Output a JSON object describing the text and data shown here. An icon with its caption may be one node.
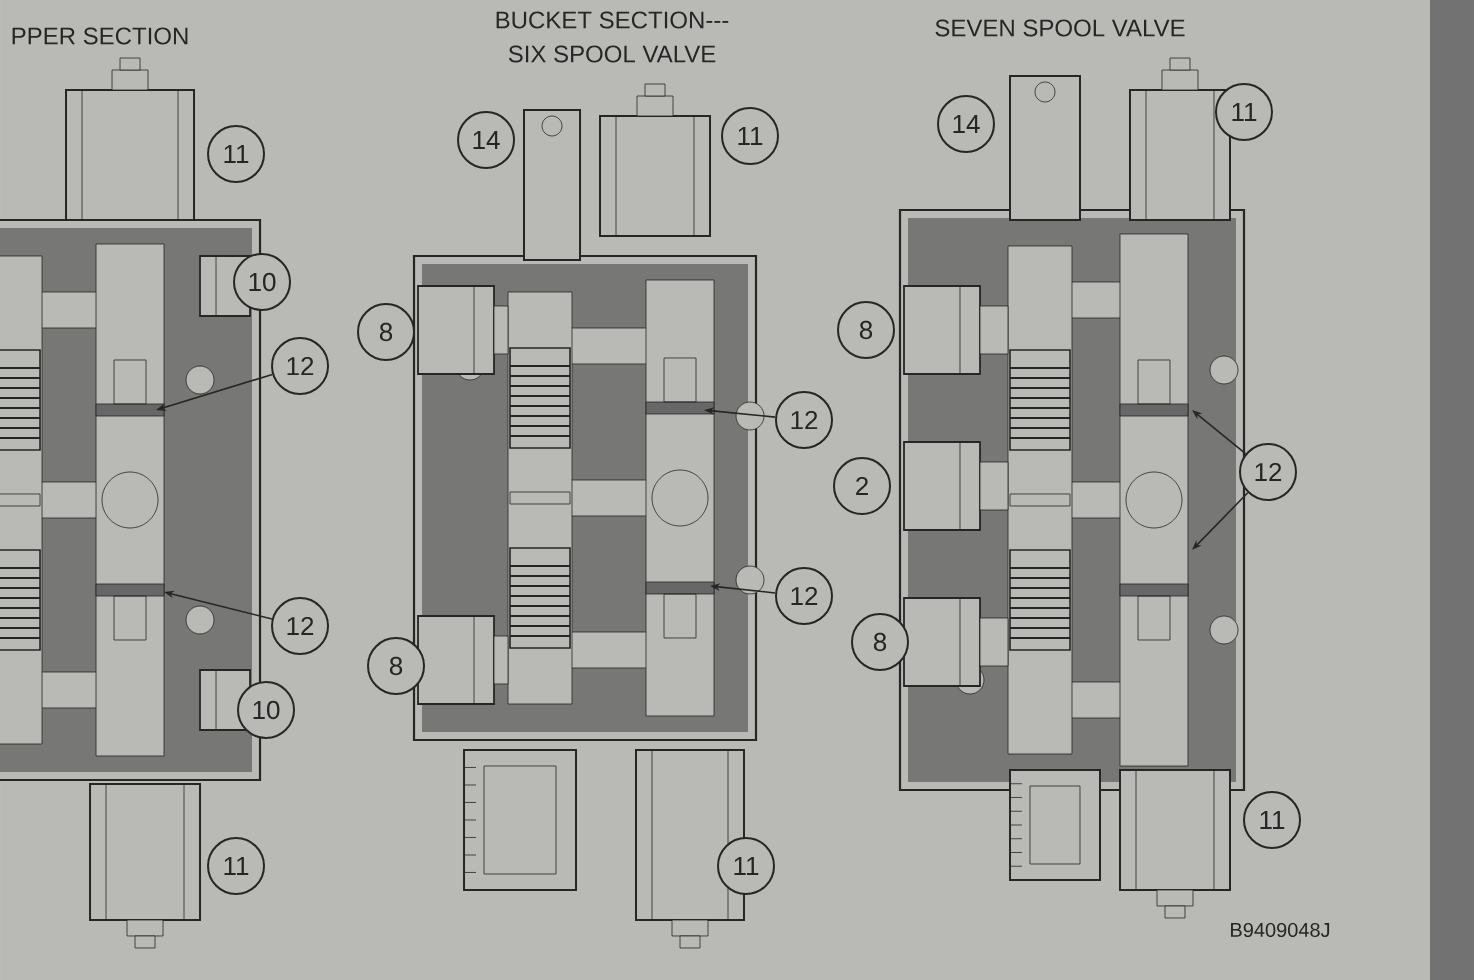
{
  "diagram": {
    "nodes": [
      {
        "text": [
          "11"
        ]
      },
      {
        "text": [
          "10"
        ]
      },
      {
        "text": [
          "12"
        ]
      },
      {
        "text": [
          "12"
        ]
      },
      {
        "text": [
          "10"
        ]
      },
      {
        "text": [
          "11"
        ]
      },
      {
        "text": [
          "14"
        ]
      },
      {
        "text": [
          "11"
        ]
      },
      {
        "text": [
          "8"
        ]
      },
      {
        "text": [
          "12"
        ]
      },
      {
        "text": [
          "12"
        ]
      },
      {
        "text": [
          "8"
        ]
      },
      {
        "text": [
          "11"
        ]
      },
      {
        "text": [
          "14"
        ]
      },
      {
        "text": [
          "11"
        ]
      },
      {
        "text": [
          "8"
        ]
      },
      {
        "text": [
          "2"
        ]
      },
      {
        "text": [
          "12"
        ]
      },
      {
        "text": [
          "8"
        ]
      },
      {
        "text": [
          "11"
        ]
      }
    ],
    "edges": [
      {
        "from": 2,
        "to": null,
        "arrow": "to"
      },
      {
        "from": 3,
        "to": null,
        "arrow": "to"
      },
      {
        "from": 9,
        "to": null,
        "arrow": "to"
      },
      {
        "from": 10,
        "to": null,
        "arrow": "to"
      },
      {
        "from": 17,
        "to": null,
        "arrow": "to"
      },
      {
        "from": 17,
        "to": null,
        "arrow": "to"
      }
    ],
    "labels": [
      "PPER SECTION",
      "BUCKET SECTION---",
      "SIX SPOOL VALVE",
      "SEVEN SPOOL VALVE",
      "B9409048J"
    ]
  }
}
